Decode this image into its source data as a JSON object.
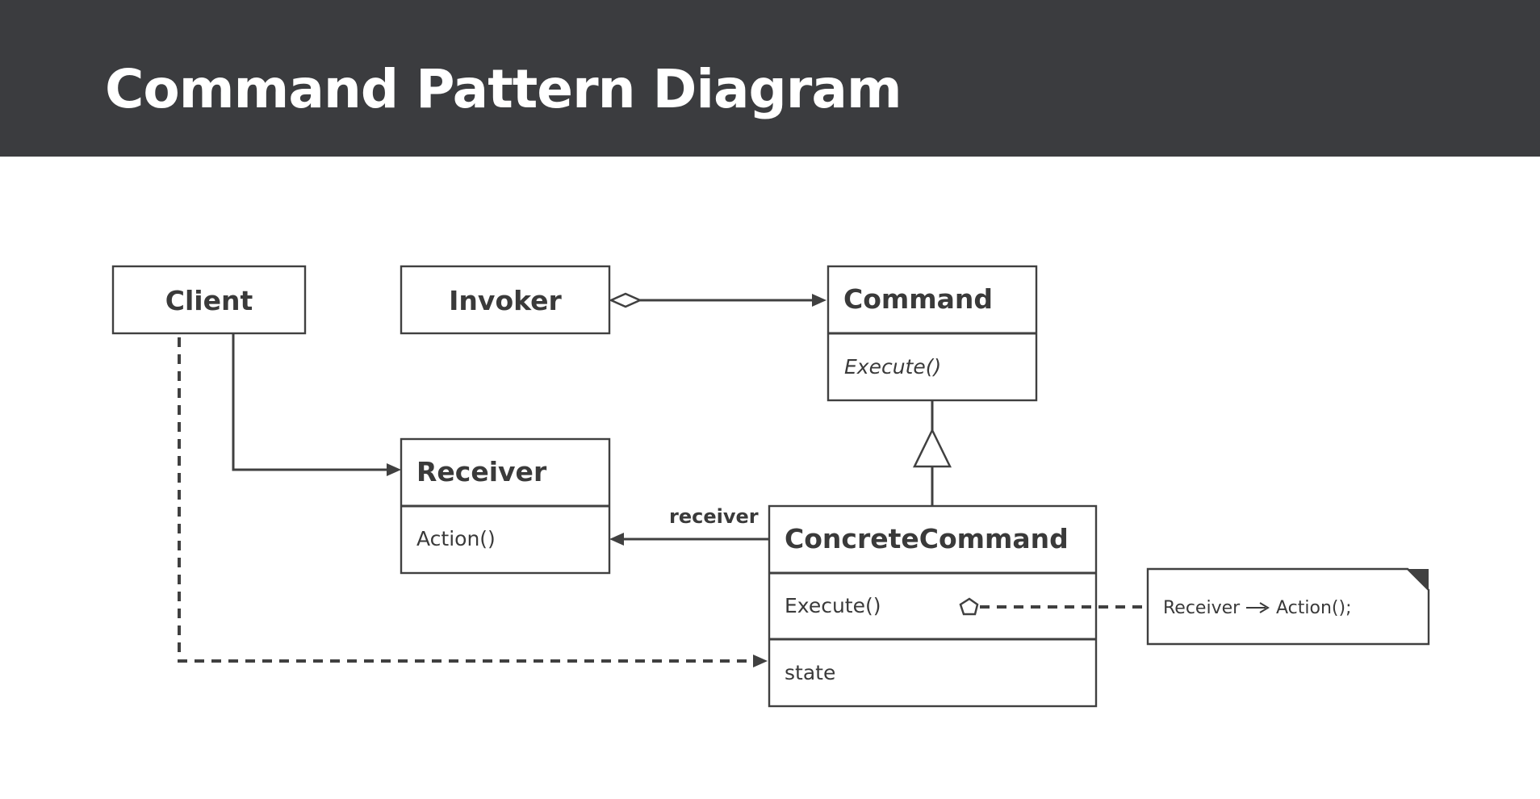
{
  "page": {
    "title": "Command Pattern Diagram"
  },
  "classes": {
    "client": {
      "name": "Client"
    },
    "invoker": {
      "name": "Invoker"
    },
    "command": {
      "name": "Command",
      "method": "Execute()"
    },
    "receiver": {
      "name": "Receiver",
      "method": "Action()"
    },
    "concrete_command": {
      "name": "ConcreteCommand",
      "method": "Execute()",
      "field": "state"
    }
  },
  "relations": {
    "receiver_label": "receiver"
  },
  "note": {
    "receiver_part": "Receiver",
    "action_part": "Action();"
  },
  "colors": {
    "header_bg": "#3b3c3f",
    "stroke": "#404040",
    "text": "#3a3a3a"
  }
}
